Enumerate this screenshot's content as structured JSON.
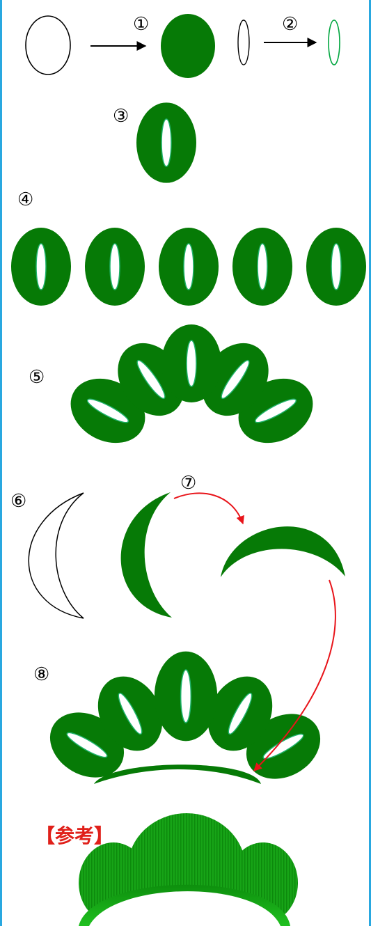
{
  "steps": {
    "s1": "①",
    "s2": "②",
    "s3": "③",
    "s4": "④",
    "s5": "⑤",
    "s6": "⑥",
    "s7": "⑦",
    "s8": "⑧"
  },
  "reference_label": "【参考】",
  "colors": {
    "leaf_green": "#067a06",
    "bright_green": "#12b512",
    "highlight": "#00a63f",
    "arrow_red": "#e8141a",
    "frame_blue": "#29a8e0"
  }
}
